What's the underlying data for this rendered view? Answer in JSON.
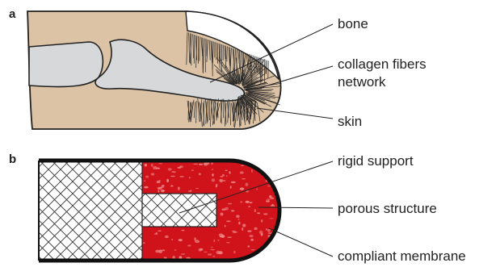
{
  "panels": [
    {
      "label": "a",
      "callouts": [
        "bone",
        "collagen fibers",
        "network",
        "skin"
      ]
    },
    {
      "label": "b",
      "callouts": [
        "rigid support",
        "porous structure",
        "compliant membrane"
      ]
    }
  ],
  "colors": {
    "skin_tan": "#dcc3a6",
    "bone_gray": "#d6d8da",
    "outline": "#222222",
    "porous_red": "#d0121b",
    "pore_light": "#ee8a86",
    "background": "#ffffff"
  }
}
